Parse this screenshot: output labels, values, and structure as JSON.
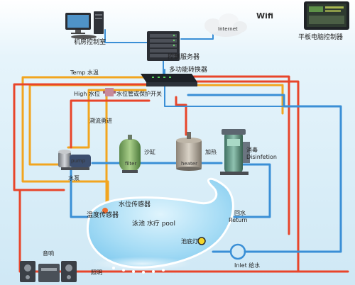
{
  "devices": {
    "computer_room": "机房控制室",
    "control_server": "控制服务器",
    "internet": "Internet",
    "wifi": "Wifi",
    "tablet": "平板电脑控制器",
    "multi_converter": "多功能转换器",
    "water_level_switch": "水位管或保护开关",
    "pump_body": "pump",
    "pump": "水泵",
    "filter_body": "filter",
    "sand_tank": "沙缸",
    "heater_body": "heater",
    "heating": "加热",
    "disinfection_cn": "消毒",
    "disinfection_en": "Disinfetion",
    "speaker": "音响",
    "lighting": "照明"
  },
  "signals": {
    "temp": "Temp 水温",
    "high_level": "High 水位",
    "backwash": "溯流勇进"
  },
  "pool": {
    "water_level_sensor": "水位传感器",
    "temp_sensor": "温度传感器",
    "pool_name": "泳池 水疗 pool",
    "return_cn": "回水",
    "return_en": "Return",
    "pool_light": "池底灯",
    "inlet": "Inlet 给水"
  },
  "colors": {
    "water_line": "#3a8fd6",
    "power_line": "#e8452a",
    "signal_line": "#f2a51f",
    "pool_water": "#9fd9f5",
    "background": "#dff0f8"
  }
}
